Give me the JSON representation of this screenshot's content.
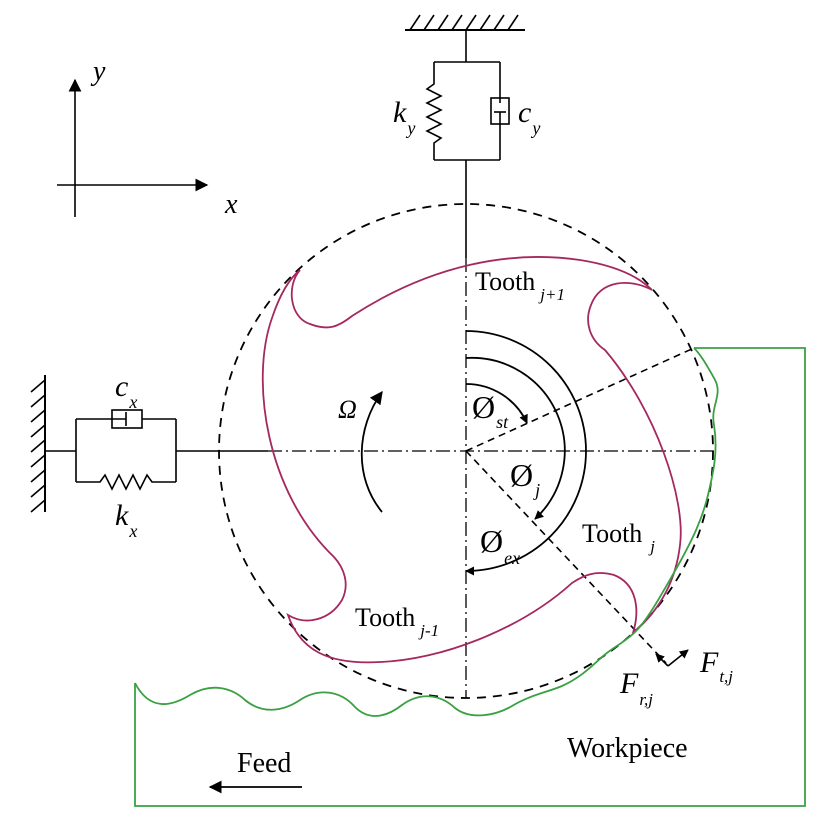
{
  "axes": {
    "x_label": "x",
    "y_label": "y"
  },
  "spring_y": {
    "k_main": "k",
    "k_sub": "y",
    "c_main": "c",
    "c_sub": "y"
  },
  "spring_x": {
    "k_main": "k",
    "k_sub": "x",
    "c_main": "c",
    "c_sub": "x"
  },
  "rotation": {
    "label": "Ω"
  },
  "teeth": {
    "top": {
      "label": "Tooth",
      "sub": "j+1"
    },
    "right": {
      "label": "Tooth",
      "sub": "j"
    },
    "bottom": {
      "label": "Tooth",
      "sub": "j-1"
    }
  },
  "angles": {
    "start": {
      "main": "Ø",
      "sub": "st"
    },
    "current": {
      "main": "Ø",
      "sub": "j"
    },
    "exit": {
      "main": "Ø",
      "sub": "ex"
    }
  },
  "forces": {
    "radial": {
      "main": "F",
      "sub": "r,j"
    },
    "tangential": {
      "main": "F",
      "sub": "t,j"
    }
  },
  "feed_label": "Feed",
  "workpiece_label": "Workpiece",
  "colors": {
    "cutter": "#a5285e",
    "workpiece": "#3aa042",
    "ink": "#000000"
  }
}
